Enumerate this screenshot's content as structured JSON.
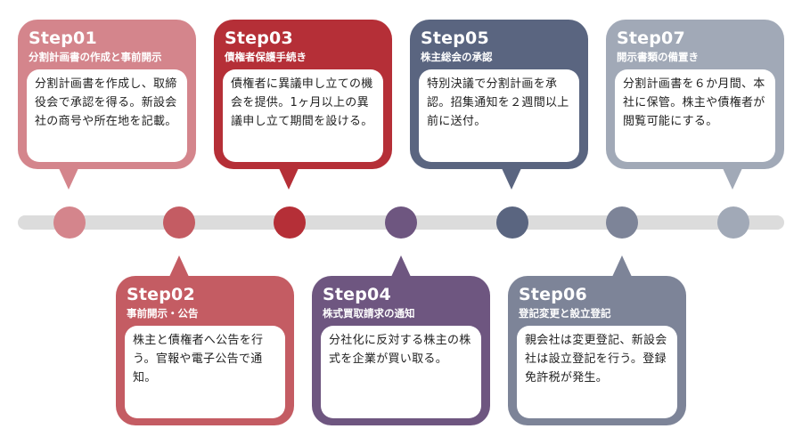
{
  "colors": {
    "s1": "#d4858c",
    "s2": "#c45c63",
    "s3": "#b52f37",
    "s4": "#6e5680",
    "s5": "#5a6580",
    "s6": "#7d8498",
    "s7": "#a1a9b7",
    "timeline": "#dcdcdc"
  },
  "steps": [
    {
      "step": "Step01",
      "title": "分割計画書の作成と事前開示",
      "body": "分割計画書を作成し、取締役会で承認を得る。新設会社の商号や所在地を記載。"
    },
    {
      "step": "Step02",
      "title": "事前開示・公告",
      "body": "株主と債権者へ公告を行う。官報や電子公告で通知。"
    },
    {
      "step": "Step03",
      "title": "債権者保護手続き",
      "body": "債権者に異議申し立ての機会を提供。1ヶ月以上の異議申し立て期間を設ける。"
    },
    {
      "step": "Step04",
      "title": "株式買取請求の通知",
      "body": "分社化に反対する株主の株式を企業が買い取る。"
    },
    {
      "step": "Step05",
      "title": "株主総会の承認",
      "body": "特別決議で分割計画を承認。招集通知を２週間以上前に送付。"
    },
    {
      "step": "Step06",
      "title": "登記変更と設立登記",
      "body": "親会社は変更登記、新設会社は設立登記を行う。登録免許税が発生。"
    },
    {
      "step": "Step07",
      "title": "開示書類の備置き",
      "body": "分割計画書を６か月間、本社に保管。株主や債権者が閲覧可能にする。"
    }
  ]
}
